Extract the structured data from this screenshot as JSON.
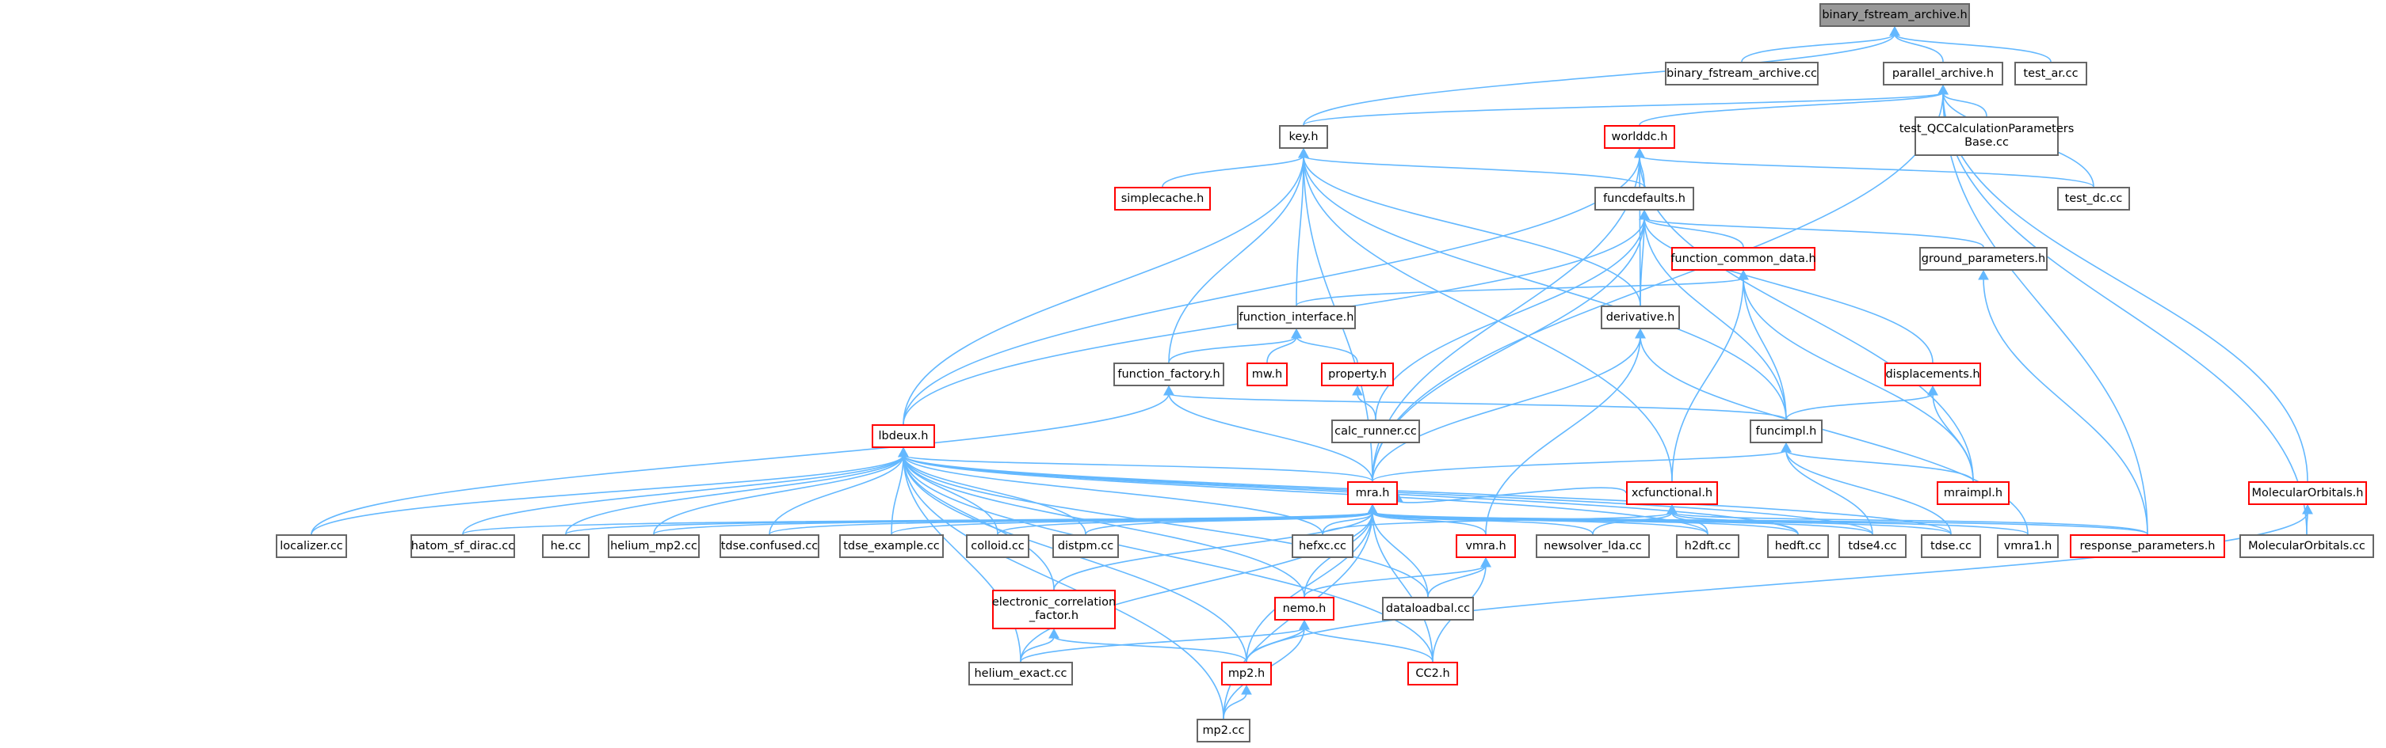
{
  "style": {
    "edge_color": "#63b8ff",
    "node_border": "#666666",
    "node_border_incomplete": "#ff0000",
    "current_fill": "#999999"
  },
  "nodes": {
    "n0": {
      "label": "binary_fstream_archive.h",
      "kind": "current"
    },
    "n1": {
      "label": "binary_fstream_archive.cc",
      "kind": "normal"
    },
    "n2": {
      "label": "parallel_archive.h",
      "kind": "normal"
    },
    "n3": {
      "label": "test_ar.cc",
      "kind": "normal"
    },
    "n4": {
      "label": "key.h",
      "kind": "normal"
    },
    "n5": {
      "label": "worlddc.h",
      "kind": "incomplete"
    },
    "n6": {
      "label": "test_QCCalculationParameters\nBase.cc",
      "kind": "normal"
    },
    "n7": {
      "label": "simplecache.h",
      "kind": "incomplete"
    },
    "n8": {
      "label": "funcdefaults.h",
      "kind": "normal"
    },
    "n9": {
      "label": "test_dc.cc",
      "kind": "normal"
    },
    "n10": {
      "label": "function_common_data.h",
      "kind": "incomplete"
    },
    "n11": {
      "label": "ground_parameters.h",
      "kind": "normal"
    },
    "n12": {
      "label": "function_interface.h",
      "kind": "normal"
    },
    "n13": {
      "label": "derivative.h",
      "kind": "normal"
    },
    "n14": {
      "label": "function_factory.h",
      "kind": "normal"
    },
    "n15": {
      "label": "mw.h",
      "kind": "incomplete"
    },
    "n16": {
      "label": "property.h",
      "kind": "incomplete"
    },
    "n17": {
      "label": "displacements.h",
      "kind": "incomplete"
    },
    "n18": {
      "label": "lbdeux.h",
      "kind": "incomplete"
    },
    "n19": {
      "label": "calc_runner.cc",
      "kind": "normal"
    },
    "n20": {
      "label": "funcimpl.h",
      "kind": "normal"
    },
    "n21": {
      "label": "mra.h",
      "kind": "incomplete"
    },
    "n22": {
      "label": "xcfunctional.h",
      "kind": "incomplete"
    },
    "n23": {
      "label": "mraimpl.h",
      "kind": "incomplete"
    },
    "n24": {
      "label": "MolecularOrbitals.h",
      "kind": "incomplete"
    },
    "n25": {
      "label": "localizer.cc",
      "kind": "normal"
    },
    "n26": {
      "label": "hatom_sf_dirac.cc",
      "kind": "normal"
    },
    "n27": {
      "label": "he.cc",
      "kind": "normal"
    },
    "n28": {
      "label": "helium_mp2.cc",
      "kind": "normal"
    },
    "n29": {
      "label": "tdse.confused.cc",
      "kind": "normal"
    },
    "n30": {
      "label": "tdse_example.cc",
      "kind": "normal"
    },
    "n31": {
      "label": "colloid.cc",
      "kind": "normal"
    },
    "n32": {
      "label": "distpm.cc",
      "kind": "normal"
    },
    "n33": {
      "label": "hefxc.cc",
      "kind": "normal"
    },
    "n34": {
      "label": "vmra.h",
      "kind": "incomplete"
    },
    "n35": {
      "label": "newsolver_lda.cc",
      "kind": "normal"
    },
    "n36": {
      "label": "h2dft.cc",
      "kind": "normal"
    },
    "n37": {
      "label": "hedft.cc",
      "kind": "normal"
    },
    "n38": {
      "label": "tdse4.cc",
      "kind": "normal"
    },
    "n39": {
      "label": "tdse.cc",
      "kind": "normal"
    },
    "n40": {
      "label": "vmra1.h",
      "kind": "normal"
    },
    "n41": {
      "label": "response_parameters.h",
      "kind": "incomplete"
    },
    "n42": {
      "label": "MolecularOrbitals.cc",
      "kind": "normal"
    },
    "n43": {
      "label": "electronic_correlation\n_factor.h",
      "kind": "incomplete"
    },
    "n44": {
      "label": "nemo.h",
      "kind": "incomplete"
    },
    "n45": {
      "label": "dataloadbal.cc",
      "kind": "normal"
    },
    "n46": {
      "label": "helium_exact.cc",
      "kind": "normal"
    },
    "n47": {
      "label": "mp2.h",
      "kind": "incomplete"
    },
    "n48": {
      "label": "CC2.h",
      "kind": "incomplete"
    },
    "n49": {
      "label": "mp2.cc",
      "kind": "normal"
    }
  },
  "edges": [
    [
      "n1",
      "n0"
    ],
    [
      "n2",
      "n0"
    ],
    [
      "n3",
      "n0"
    ],
    [
      "n4",
      "n0"
    ],
    [
      "n4",
      "n2"
    ],
    [
      "n5",
      "n2"
    ],
    [
      "n6",
      "n2"
    ],
    [
      "n9",
      "n2"
    ],
    [
      "n21",
      "n2"
    ],
    [
      "n24",
      "n2"
    ],
    [
      "n41",
      "n2"
    ],
    [
      "n42",
      "n2"
    ],
    [
      "n7",
      "n4"
    ],
    [
      "n8",
      "n4"
    ],
    [
      "n12",
      "n4"
    ],
    [
      "n13",
      "n4"
    ],
    [
      "n14",
      "n4"
    ],
    [
      "n18",
      "n4"
    ],
    [
      "n20",
      "n4"
    ],
    [
      "n21",
      "n4"
    ],
    [
      "n22",
      "n4"
    ],
    [
      "n8",
      "n5"
    ],
    [
      "n9",
      "n5"
    ],
    [
      "n13",
      "n5"
    ],
    [
      "n18",
      "n5"
    ],
    [
      "n21",
      "n5"
    ],
    [
      "n23",
      "n5"
    ],
    [
      "n10",
      "n8"
    ],
    [
      "n11",
      "n8"
    ],
    [
      "n13",
      "n8"
    ],
    [
      "n17",
      "n8"
    ],
    [
      "n18",
      "n8"
    ],
    [
      "n19",
      "n8"
    ],
    [
      "n20",
      "n8"
    ],
    [
      "n21",
      "n8"
    ],
    [
      "n12",
      "n10"
    ],
    [
      "n20",
      "n10"
    ],
    [
      "n22",
      "n10"
    ],
    [
      "n23",
      "n10"
    ],
    [
      "n41",
      "n11"
    ],
    [
      "n14",
      "n12"
    ],
    [
      "n15",
      "n12"
    ],
    [
      "n16",
      "n12"
    ],
    [
      "n21",
      "n13"
    ],
    [
      "n34",
      "n13"
    ],
    [
      "n40",
      "n13"
    ],
    [
      "n20",
      "n14"
    ],
    [
      "n21",
      "n14"
    ],
    [
      "n25",
      "n14"
    ],
    [
      "n19",
      "n16"
    ],
    [
      "n20",
      "n17"
    ],
    [
      "n23",
      "n17"
    ],
    [
      "n21",
      "n18"
    ],
    [
      "n25",
      "n18"
    ],
    [
      "n26",
      "n18"
    ],
    [
      "n27",
      "n18"
    ],
    [
      "n28",
      "n18"
    ],
    [
      "n29",
      "n18"
    ],
    [
      "n30",
      "n18"
    ],
    [
      "n31",
      "n18"
    ],
    [
      "n32",
      "n18"
    ],
    [
      "n33",
      "n18"
    ],
    [
      "n36",
      "n18"
    ],
    [
      "n37",
      "n18"
    ],
    [
      "n38",
      "n18"
    ],
    [
      "n39",
      "n18"
    ],
    [
      "n43",
      "n18"
    ],
    [
      "n44",
      "n18"
    ],
    [
      "n45",
      "n18"
    ],
    [
      "n46",
      "n18"
    ],
    [
      "n47",
      "n18"
    ],
    [
      "n48",
      "n18"
    ],
    [
      "n49",
      "n18"
    ],
    [
      "n21",
      "n20"
    ],
    [
      "n23",
      "n20"
    ],
    [
      "n38",
      "n20"
    ],
    [
      "n39",
      "n20"
    ],
    [
      "n22",
      "n21"
    ],
    [
      "n26",
      "n21"
    ],
    [
      "n27",
      "n21"
    ],
    [
      "n28",
      "n21"
    ],
    [
      "n29",
      "n21"
    ],
    [
      "n30",
      "n21"
    ],
    [
      "n31",
      "n21"
    ],
    [
      "n32",
      "n21"
    ],
    [
      "n33",
      "n21"
    ],
    [
      "n34",
      "n21"
    ],
    [
      "n35",
      "n21"
    ],
    [
      "n36",
      "n21"
    ],
    [
      "n37",
      "n21"
    ],
    [
      "n38",
      "n21"
    ],
    [
      "n39",
      "n21"
    ],
    [
      "n40",
      "n21"
    ],
    [
      "n41",
      "n21"
    ],
    [
      "n43",
      "n21"
    ],
    [
      "n44",
      "n21"
    ],
    [
      "n45",
      "n21"
    ],
    [
      "n46",
      "n21"
    ],
    [
      "n47",
      "n21"
    ],
    [
      "n48",
      "n21"
    ],
    [
      "n49",
      "n21"
    ],
    [
      "n33",
      "n22"
    ],
    [
      "n35",
      "n22"
    ],
    [
      "n36",
      "n22"
    ],
    [
      "n37",
      "n22"
    ],
    [
      "n41",
      "n22"
    ],
    [
      "n42",
      "n24"
    ],
    [
      "n47",
      "n24"
    ],
    [
      "n44",
      "n34"
    ],
    [
      "n45",
      "n34"
    ],
    [
      "n48",
      "n34"
    ],
    [
      "n46",
      "n43"
    ],
    [
      "n47",
      "n43"
    ],
    [
      "n46",
      "n44"
    ],
    [
      "n47",
      "n44"
    ],
    [
      "n48",
      "n44"
    ],
    [
      "n49",
      "n44"
    ],
    [
      "n49",
      "n47"
    ]
  ]
}
